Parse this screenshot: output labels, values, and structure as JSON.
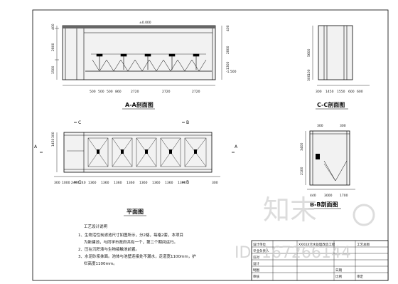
{
  "section_aa": {
    "title": "A-A剖面图",
    "level_top": "±0.000",
    "level_bottom": "-1.500",
    "left_dims": [
      "400",
      "2800",
      "1500"
    ],
    "right_dims": [
      "400",
      "2800",
      "1300"
    ],
    "bottom_dims": [
      "500",
      "500",
      "500",
      "860",
      "2720",
      "2720",
      "2720"
    ]
  },
  "section_cc": {
    "title": "C-C剖面图",
    "left_dims": [
      "5600",
      "100",
      "300"
    ],
    "bottom_dims": [
      "300",
      "1450",
      "1550",
      "600",
      "600"
    ]
  },
  "plan": {
    "title": "平面图",
    "marker_a": "A",
    "marker_b": "B",
    "marker_c": "C",
    "left_dims": [
      "1450",
      "300"
    ],
    "bottom_dims": [
      "300",
      "1000",
      "2400",
      "240",
      "1360",
      "1360",
      "1360",
      "1360",
      "1360",
      "1360",
      "1360",
      "1360",
      "300"
    ]
  },
  "section_bb": {
    "title": "B-B剖面图",
    "top_dims": [
      "300",
      "300"
    ],
    "left_dims": [
      "3400",
      "2100"
    ],
    "bottom_dims": [
      "440",
      "3000",
      "1700"
    ]
  },
  "notes": {
    "heading": "工艺设计说明",
    "lines": [
      "1、生物活性炭滤池尺寸如图所示，分2格，每格2套，本项目",
      "为新建池，与同学市政府共有一个，第二个期间运行。",
      "2、压在沉积液与生物接触池前置。",
      "3、水泥砂浆抹面。池体与池壁连接处不漏水，走道宽1100mm，护",
      "栏高度1100mm。"
    ]
  },
  "title_block": {
    "design_unit": "设计单位",
    "project": "XXXXX污水处理改造工程",
    "drawing": "工艺总图",
    "rows": [
      "专业负责人",
      "校对",
      "设计",
      "制图",
      "审核",
      "审定"
    ],
    "date_label": "日期",
    "scale_label": "比例"
  },
  "watermark": {
    "brand": "知末",
    "id_text": "ID: 167266144"
  }
}
